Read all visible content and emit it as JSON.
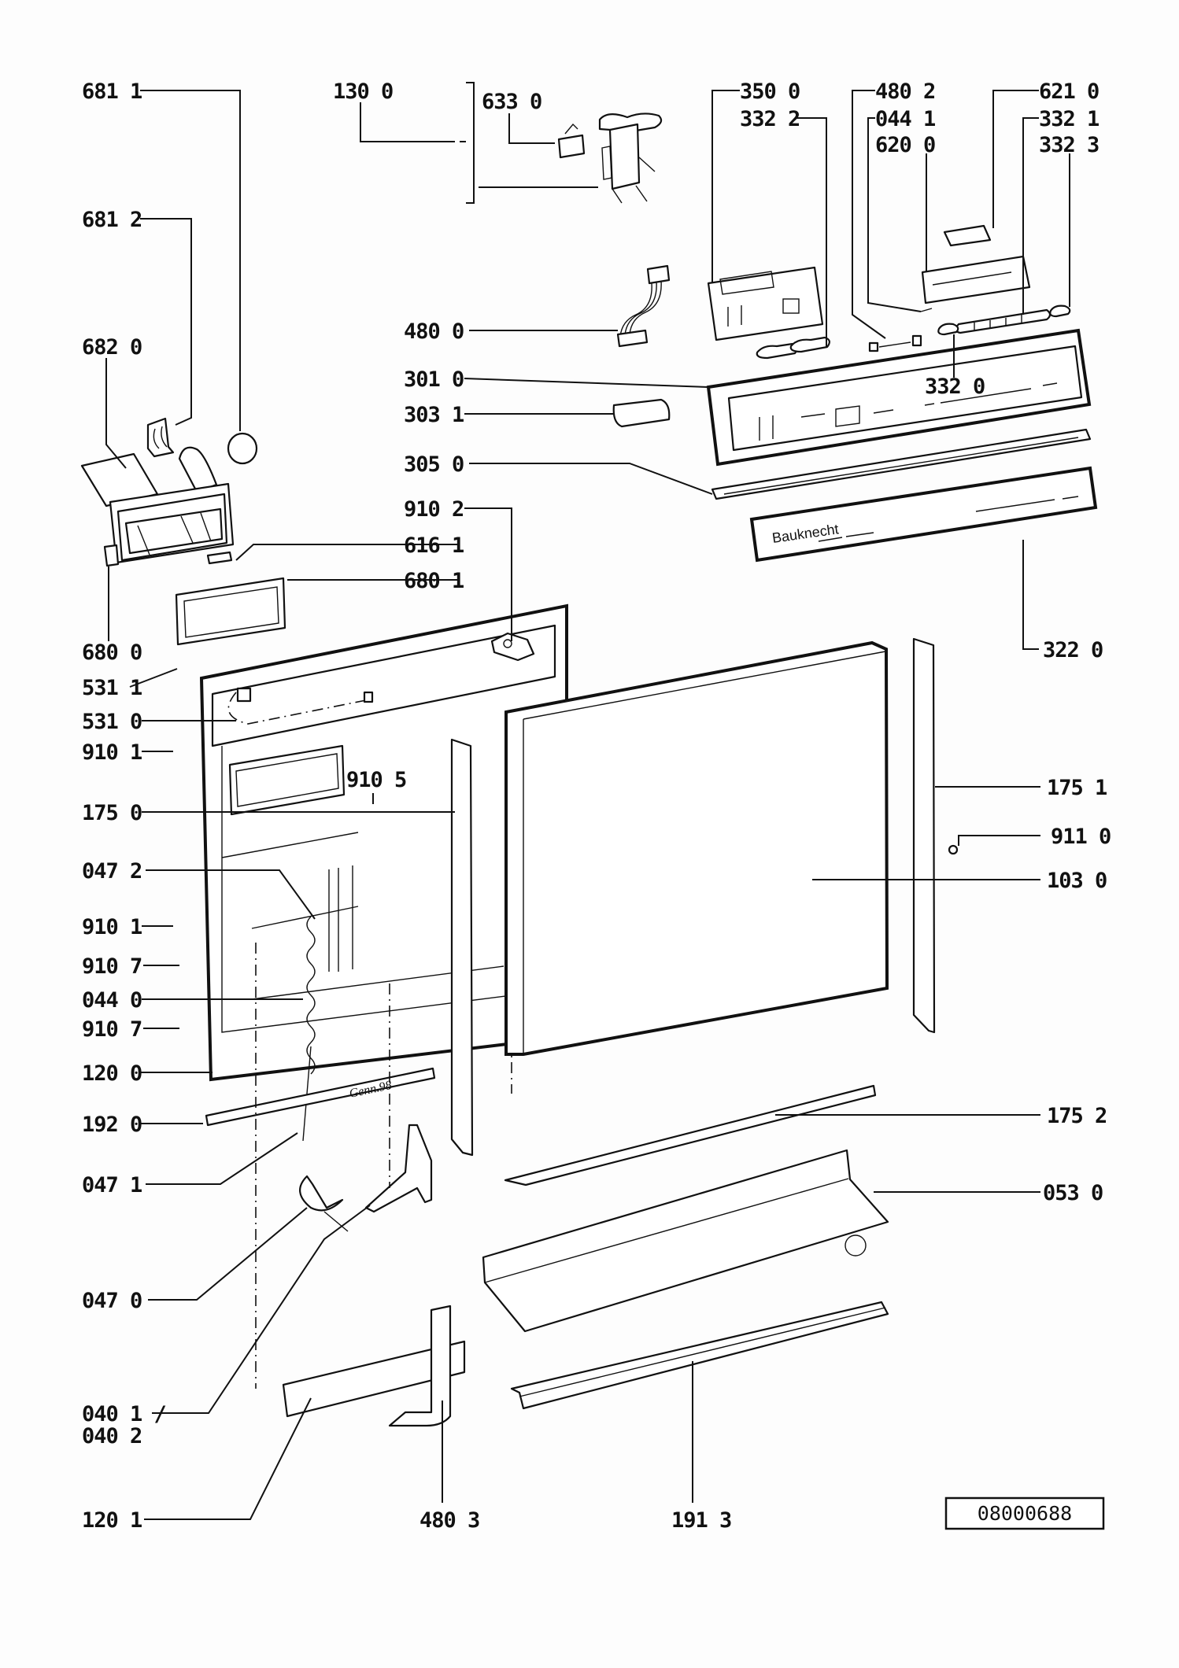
{
  "diagram": {
    "title": "Door / control panel exploded view",
    "drawing_number": "08000688",
    "brand_on_panel": "Bauknecht",
    "date_mark": "Genn.98",
    "labels": {
      "p6811": "681 1",
      "p6812": "681 2",
      "p6820": "682 0",
      "p1300": "130 0",
      "p6330": "633 0",
      "p3500": "350 0",
      "p3322": "332 2",
      "p4802": "480 2",
      "p0441": "044 1",
      "p6200": "620 0",
      "p6210": "621 0",
      "p3321": "332 1",
      "p3323": "332 3",
      "p4800": "480 0",
      "p3010": "301 0",
      "p3320": "332 0",
      "p3031": "303 1",
      "p3050": "305 0",
      "p9102": "910 2",
      "p6161": "616 1",
      "p6801": "680 1",
      "p6800": "680 0",
      "p3220": "322 0",
      "p5311": "531 1",
      "p5310": "531 0",
      "p9101a": "910 1",
      "p9105": "910 5",
      "p1750": "175 0",
      "p1751": "175 1",
      "p0472": "047 2",
      "p9101b": "910 1",
      "p9107a": "910 7",
      "p0440": "044 0",
      "p9107b": "910 7",
      "p9110": "911 0",
      "p1030": "103 0",
      "p1200": "120 0",
      "p1920": "192 0",
      "p1752": "175 2",
      "p0471": "047 1",
      "p0530": "053 0",
      "p0470": "047 0",
      "p0401": "040 1 /",
      "p0402": "040 2",
      "p1201": "120 1",
      "p4803": "480 3",
      "p1913": "191 3"
    }
  }
}
